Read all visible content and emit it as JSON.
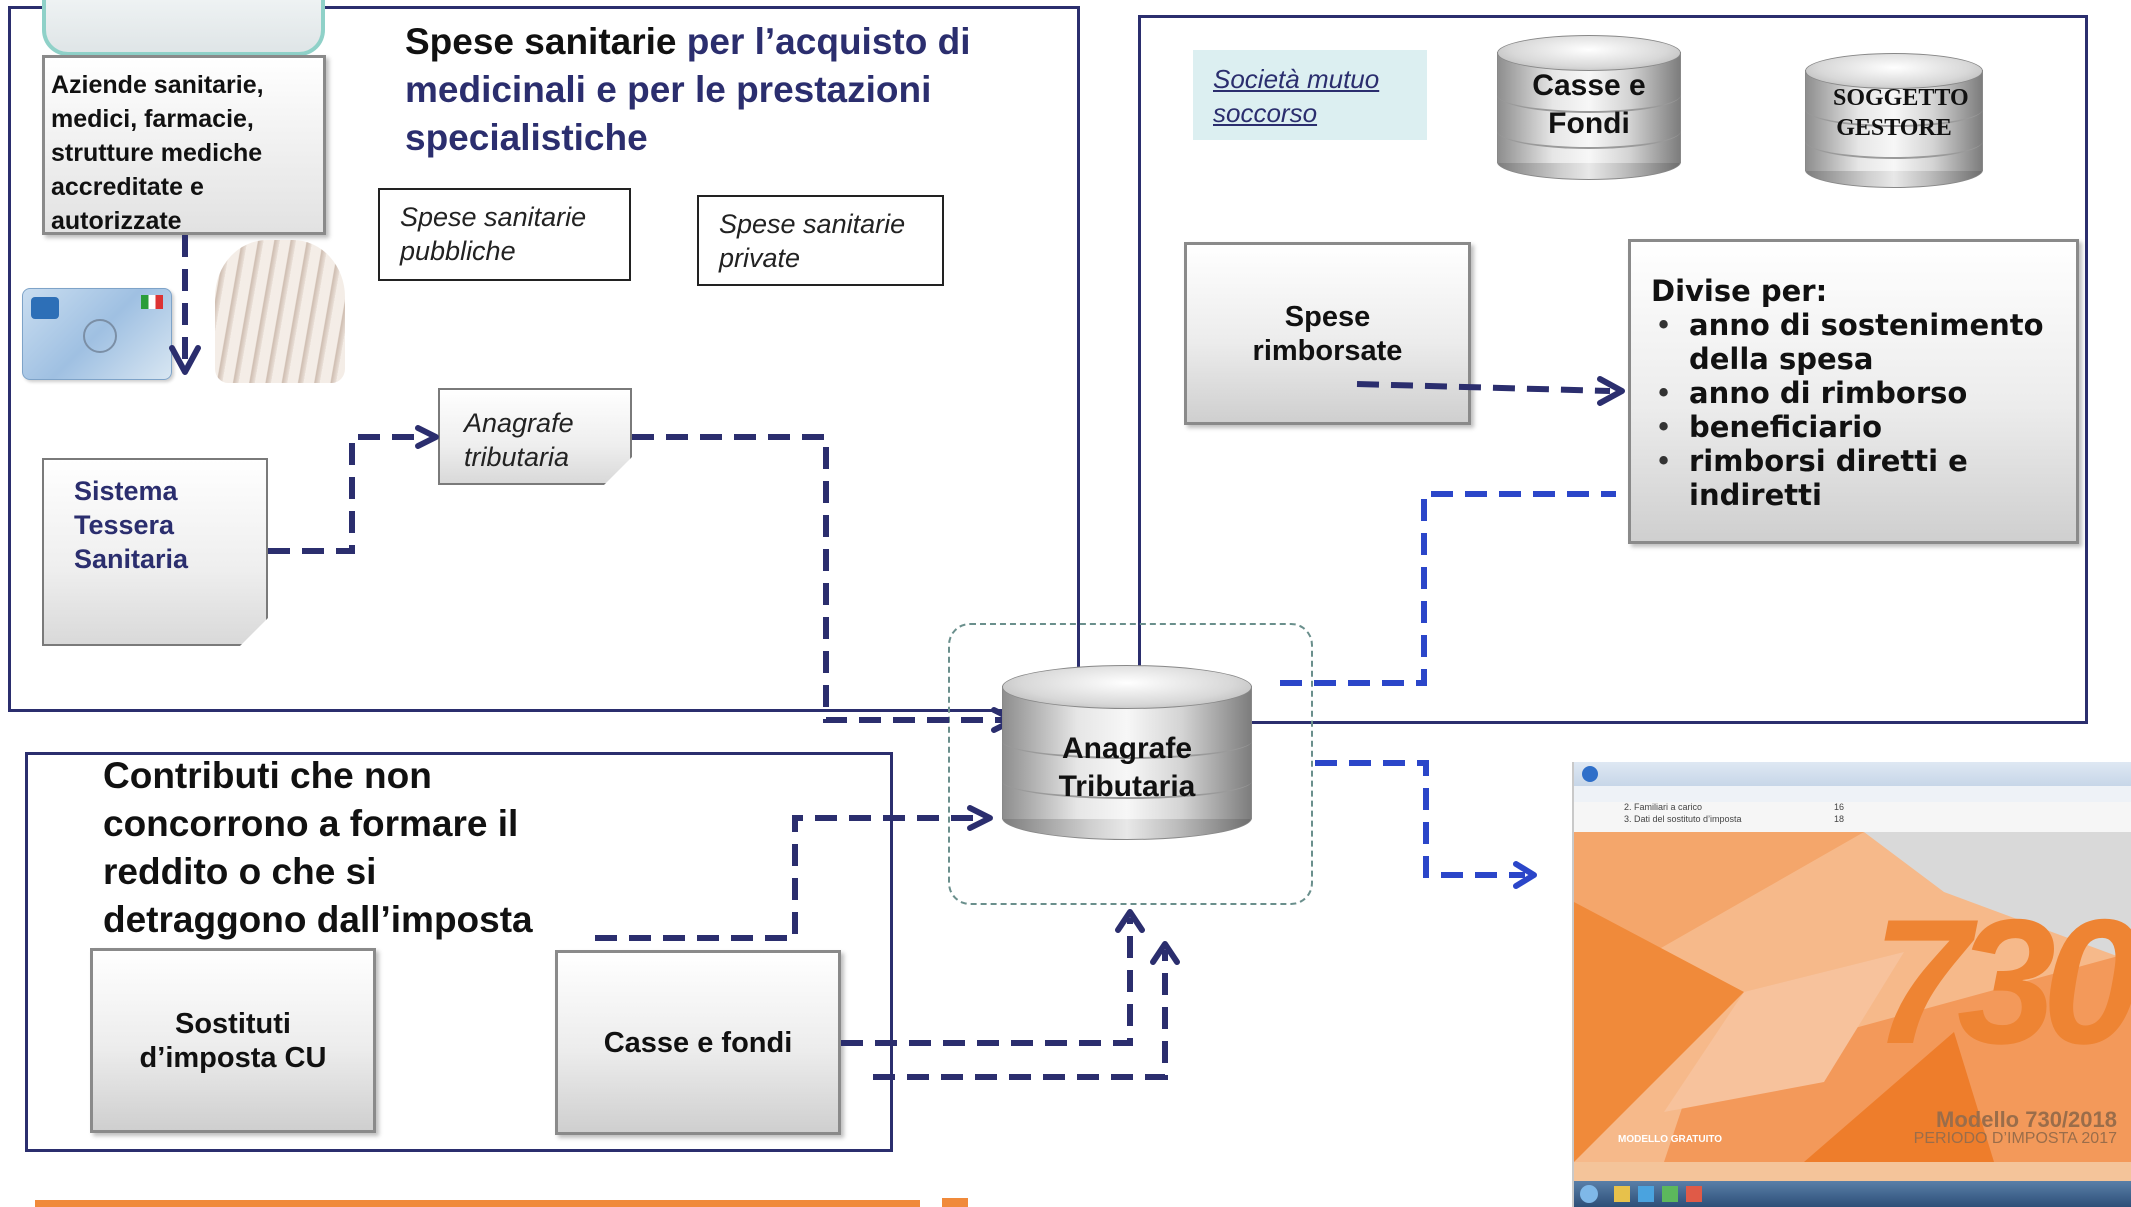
{
  "title": {
    "black": "Spese sanitarie",
    "blue": " per l’acquisto di medicinali e per le prestazioni specialistiche"
  },
  "aziende_box": "Aziende sanitarie, medici, farmacie, strutture mediche accreditate e autorizzate",
  "spese_pubbliche": "Spese sanitarie pubbliche",
  "spese_private": "Spese sanitarie private",
  "anagrafe_note": "Anagrafe tributaria",
  "sistema_ts": "Sistema Tessera Sanitaria",
  "societa_mutuo": "Società mutuo soccorso",
  "casse_fondi_disk": "Casse e Fondi",
  "soggetto_gestore": "SOGGETTO GESTORE",
  "spese_rimborsate": "Spese rimborsate",
  "divise": {
    "heading": "Divise per:",
    "items": [
      "anno di sostenimento della spesa",
      "anno di rimborso",
      "beneficiario",
      "rimborsi diretti e indiretti"
    ]
  },
  "anagrafe_center": "Anagrafe Tributaria",
  "contributi": "Contributi che non concorrono a formare il reddito  o che si detraggono dall’imposta",
  "sostituti": "Sostituti d’imposta CU",
  "casse_fondi_box": "Casse e fondi",
  "modello": {
    "gratuito": "MODELLO GRATUITO",
    "number": "730",
    "name": "Modello 730/2018",
    "periodo": "PERIODO D’IMPOSTA 2017",
    "row1": "2. Familiari a carico",
    "row1n": "16",
    "row2": "3. Dati del sostituto d’imposta",
    "row2n": "18"
  },
  "colors": {
    "navy": "#2b2e6e",
    "blue_arrow": "#2b46c9",
    "orange": "#f08a3a",
    "orange_light": "#f7b98c"
  }
}
